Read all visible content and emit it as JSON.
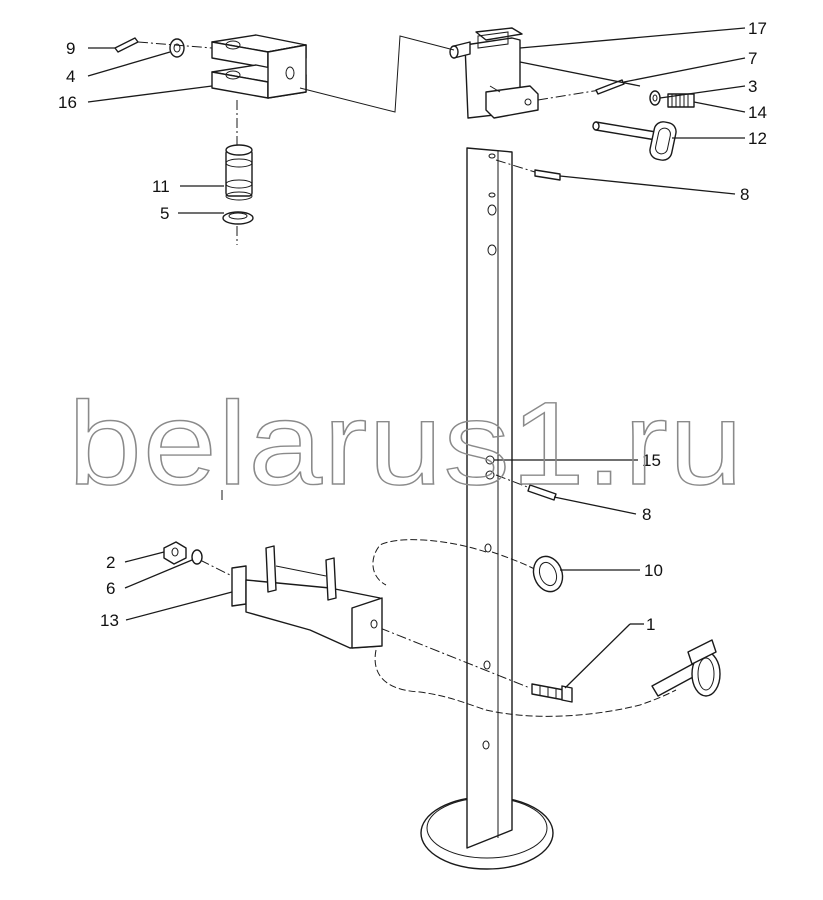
{
  "watermark": "belarus1.ru",
  "callouts": [
    {
      "id": "c9",
      "label": "9"
    },
    {
      "id": "c4",
      "label": "4"
    },
    {
      "id": "c16",
      "label": "16"
    },
    {
      "id": "c11",
      "label": "11"
    },
    {
      "id": "c5",
      "label": "5"
    },
    {
      "id": "c17",
      "label": "17"
    },
    {
      "id": "c7",
      "label": "7"
    },
    {
      "id": "c3",
      "label": "3"
    },
    {
      "id": "c14",
      "label": "14"
    },
    {
      "id": "c12",
      "label": "12"
    },
    {
      "id": "c8a",
      "label": "8"
    },
    {
      "id": "c15",
      "label": "15"
    },
    {
      "id": "c8b",
      "label": "8"
    },
    {
      "id": "c10",
      "label": "10"
    },
    {
      "id": "c1",
      "label": "1"
    },
    {
      "id": "c2",
      "label": "2"
    },
    {
      "id": "c6",
      "label": "6"
    },
    {
      "id": "c13",
      "label": "13"
    }
  ]
}
